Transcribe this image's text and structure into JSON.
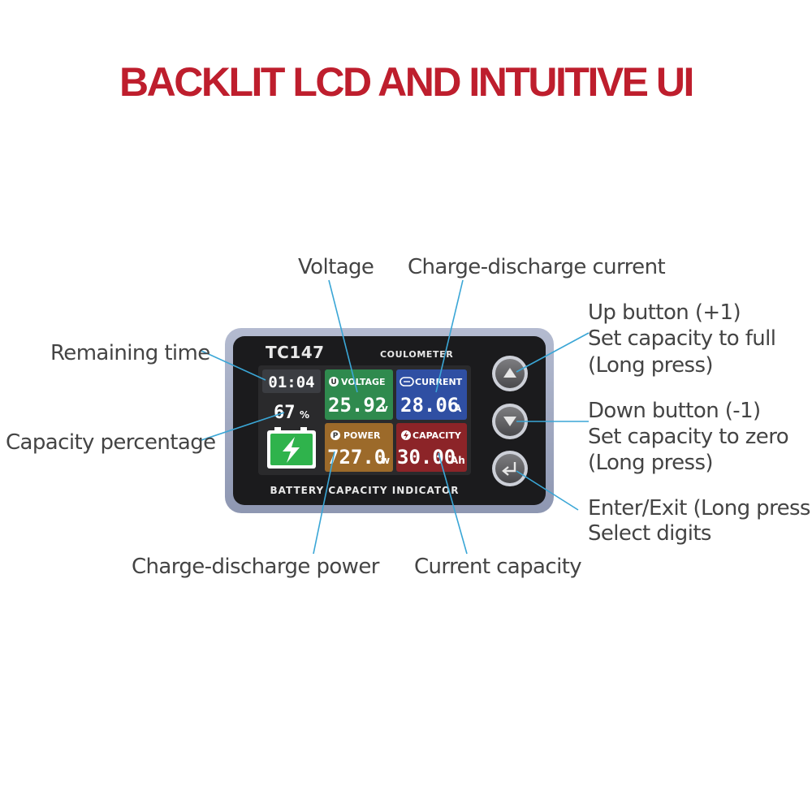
{
  "title": "BACKLIT LCD AND INTUITIVE UI",
  "colors": {
    "title": "#be1e2d",
    "callout": "#3aa6d6",
    "voltage_tile": "#2f8a4e",
    "current_tile": "#2f4fa3",
    "power_tile": "#9c6a2a",
    "capacity_tile": "#8c2428",
    "battery_fill": "#2fb34c"
  },
  "device": {
    "model": "TC147",
    "subtitle": "COULOMETER",
    "footer": "BATTERY CAPACITY INDICATOR",
    "time": "01:04",
    "percent": "67",
    "percent_unit": "%",
    "voltage": {
      "label": "VOLTAGE",
      "icon_letter": "U",
      "value": "25.92",
      "unit": "v"
    },
    "current": {
      "label": "CURRENT",
      "value": "28.06",
      "unit": "A"
    },
    "power": {
      "label": "POWER",
      "icon_letter": "P",
      "value": "727.0",
      "unit": "w"
    },
    "capacity": {
      "label": "CAPACITY",
      "value": "30.00",
      "unit": "Ah"
    }
  },
  "callouts": {
    "voltage": "Voltage",
    "current": "Charge-discharge current",
    "remaining_time": "Remaining time",
    "capacity_percentage": "Capacity percentage",
    "power": "Charge-discharge power",
    "current_capacity": "Current capacity",
    "up_button": [
      "Up button (+1)",
      "Set capacity to full",
      "(Long press)"
    ],
    "down_button": [
      "Down button (-1)",
      "Set capacity to zero",
      "(Long press)"
    ],
    "enter_button": [
      "Enter/Exit (Long press)",
      "Select digits"
    ]
  }
}
